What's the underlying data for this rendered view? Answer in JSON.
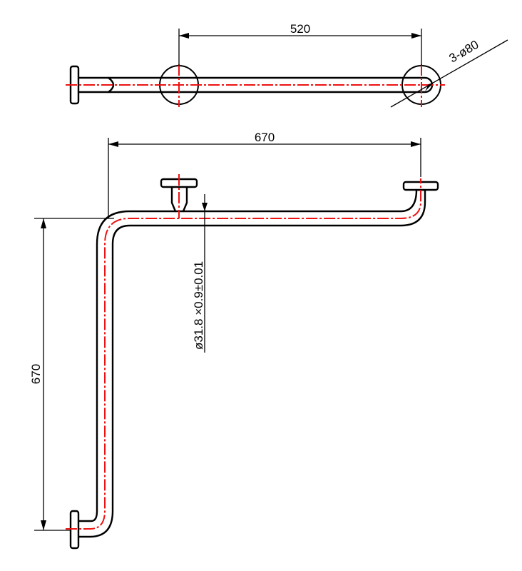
{
  "colors": {
    "outline": "#000000",
    "centerline": "#e11111",
    "background": "#ffffff"
  },
  "dimensions": {
    "top_span": "520",
    "flange_diameter": "3-ø80",
    "horizontal_length": "670",
    "vertical_length": "670",
    "tube_spec": "ø31.8 ×0.9±0.01"
  }
}
